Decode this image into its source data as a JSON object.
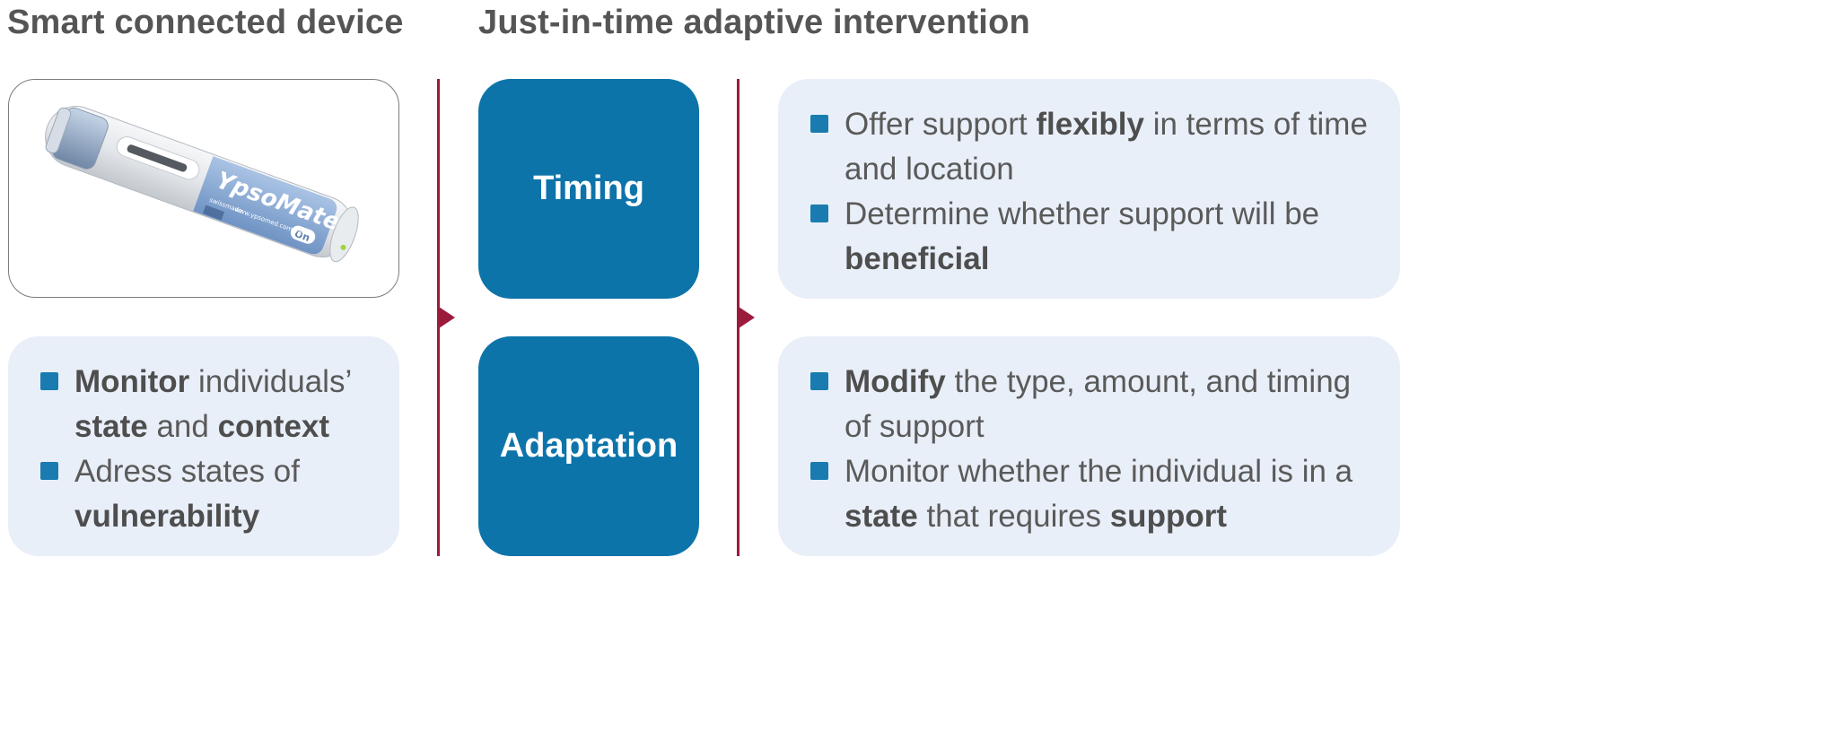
{
  "headings": {
    "left": "Smart connected device",
    "right": "Just-in-time adaptive intervention"
  },
  "device": {
    "brand": "YpsoMate",
    "badge": "On",
    "url": "www.ypsomed.com/yds",
    "maker": "swissmade"
  },
  "left_panel": {
    "items": [
      {
        "parts": [
          {
            "t": "Monitor",
            "b": true
          },
          {
            "t": " individuals’ "
          },
          {
            "t": "state",
            "b": true
          },
          {
            "t": " and "
          },
          {
            "t": "context",
            "b": true
          }
        ]
      },
      {
        "parts": [
          {
            "t": "Adress states of "
          },
          {
            "t": "vulnerability",
            "b": true
          }
        ]
      }
    ]
  },
  "boxes": {
    "timing": "Timing",
    "adaptation": "Adaptation"
  },
  "timing_panel": {
    "items": [
      {
        "parts": [
          {
            "t": "Offer support "
          },
          {
            "t": "flexibly",
            "b": true
          },
          {
            "t": " in terms of time and location"
          }
        ]
      },
      {
        "parts": [
          {
            "t": "Determine whether support will be "
          },
          {
            "t": "beneficial",
            "b": true
          }
        ]
      }
    ]
  },
  "adaptation_panel": {
    "items": [
      {
        "parts": [
          {
            "t": "Modify",
            "b": true
          },
          {
            "t": " the type, amount, and timing of support"
          }
        ]
      },
      {
        "parts": [
          {
            "t": "Monitor whether the individual is in a "
          },
          {
            "t": "state",
            "b": true
          },
          {
            "t": " that requires "
          },
          {
            "t": "support",
            "b": true
          }
        ]
      }
    ]
  },
  "colors": {
    "accent": "#0d74aa",
    "panel": "#e9eff8",
    "connector": "#9b1b3c",
    "text": "#555555"
  }
}
